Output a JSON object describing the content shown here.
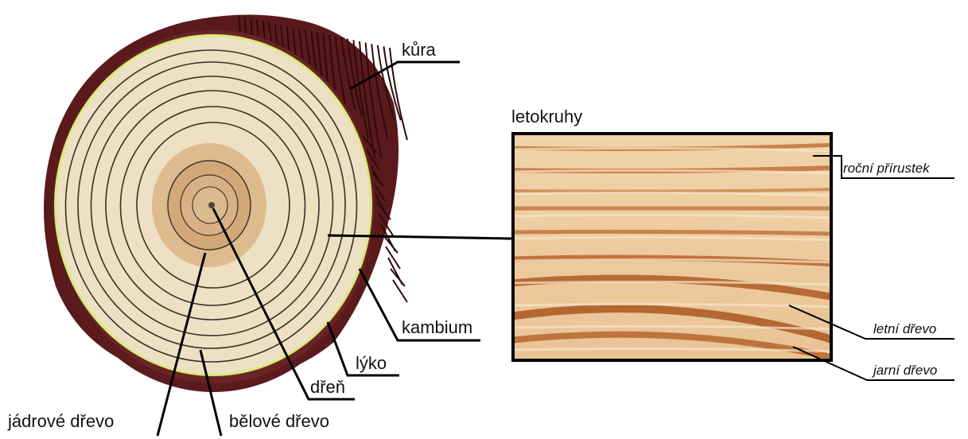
{
  "labels": {
    "kura": "kůra",
    "letokruhy": "letokruhy",
    "rocni_prirustek": "roční přírustek",
    "kambium": "kambium",
    "lyko": "lýko",
    "dren": "dřeň",
    "letni_drevo": "letní dřevo",
    "jarni_drevo": "jarní dřevo",
    "jadrove_drevo": "jádrové dřevo",
    "belove_drevo": "bělové dřevo"
  },
  "colors": {
    "bark": "#5a1a1c",
    "bark_dark": "#2e0a0c",
    "cambium": "#d7ec7a",
    "sapwood": "#eee0c4",
    "heartwood": "#ddbb8f",
    "heart_inner": "#d2a878",
    "ring_line": "#3a2e26",
    "wood_light": "#ecc99d",
    "wood_dark": "#b8642c",
    "leader": "#000000"
  }
}
